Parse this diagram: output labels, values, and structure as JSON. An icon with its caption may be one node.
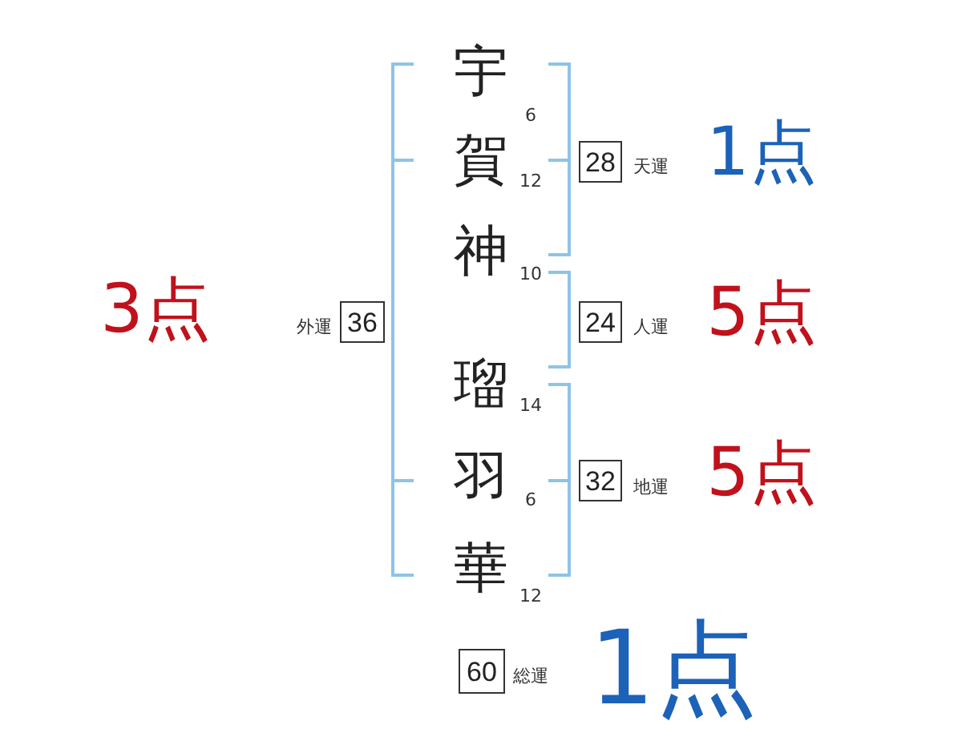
{
  "diagram": {
    "nodes": [
      {
        "text": [
          "28"
        ],
        "beside": [
          "天運"
        ]
      },
      {
        "text": [
          "36"
        ],
        "beside": [
          "外運"
        ]
      },
      {
        "text": [
          "24"
        ],
        "beside": [
          "人運"
        ]
      },
      {
        "text": [
          "32"
        ],
        "beside": [
          "地運"
        ]
      },
      {
        "text": [
          "60"
        ],
        "beside": [
          "総運"
        ]
      }
    ],
    "labels": [
      "宇",
      "6",
      "賀",
      "12",
      "1点",
      "神",
      "10",
      "3点",
      "5点",
      "瑠",
      "14",
      "羽",
      "6",
      "5点",
      "華",
      "12",
      "1点"
    ]
  }
}
